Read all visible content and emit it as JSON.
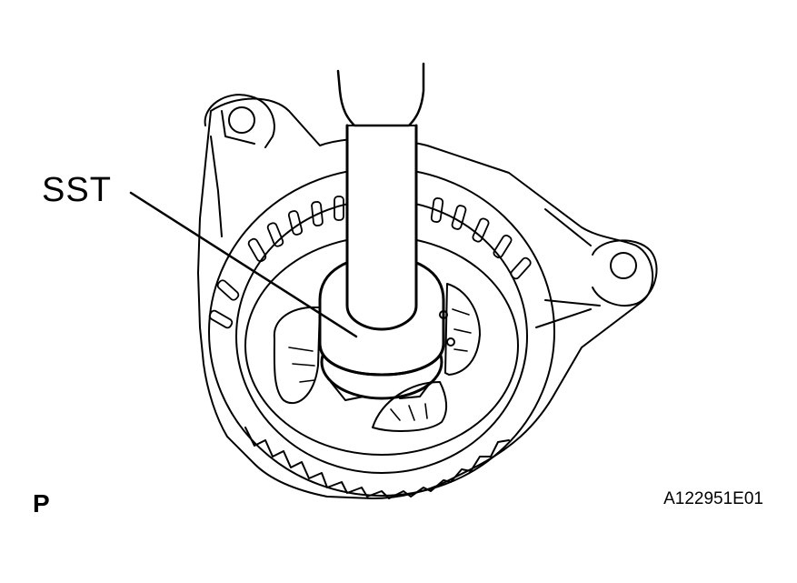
{
  "callout": {
    "label": "SST"
  },
  "corner_mark": "P",
  "figure_code": "A122951E01"
}
